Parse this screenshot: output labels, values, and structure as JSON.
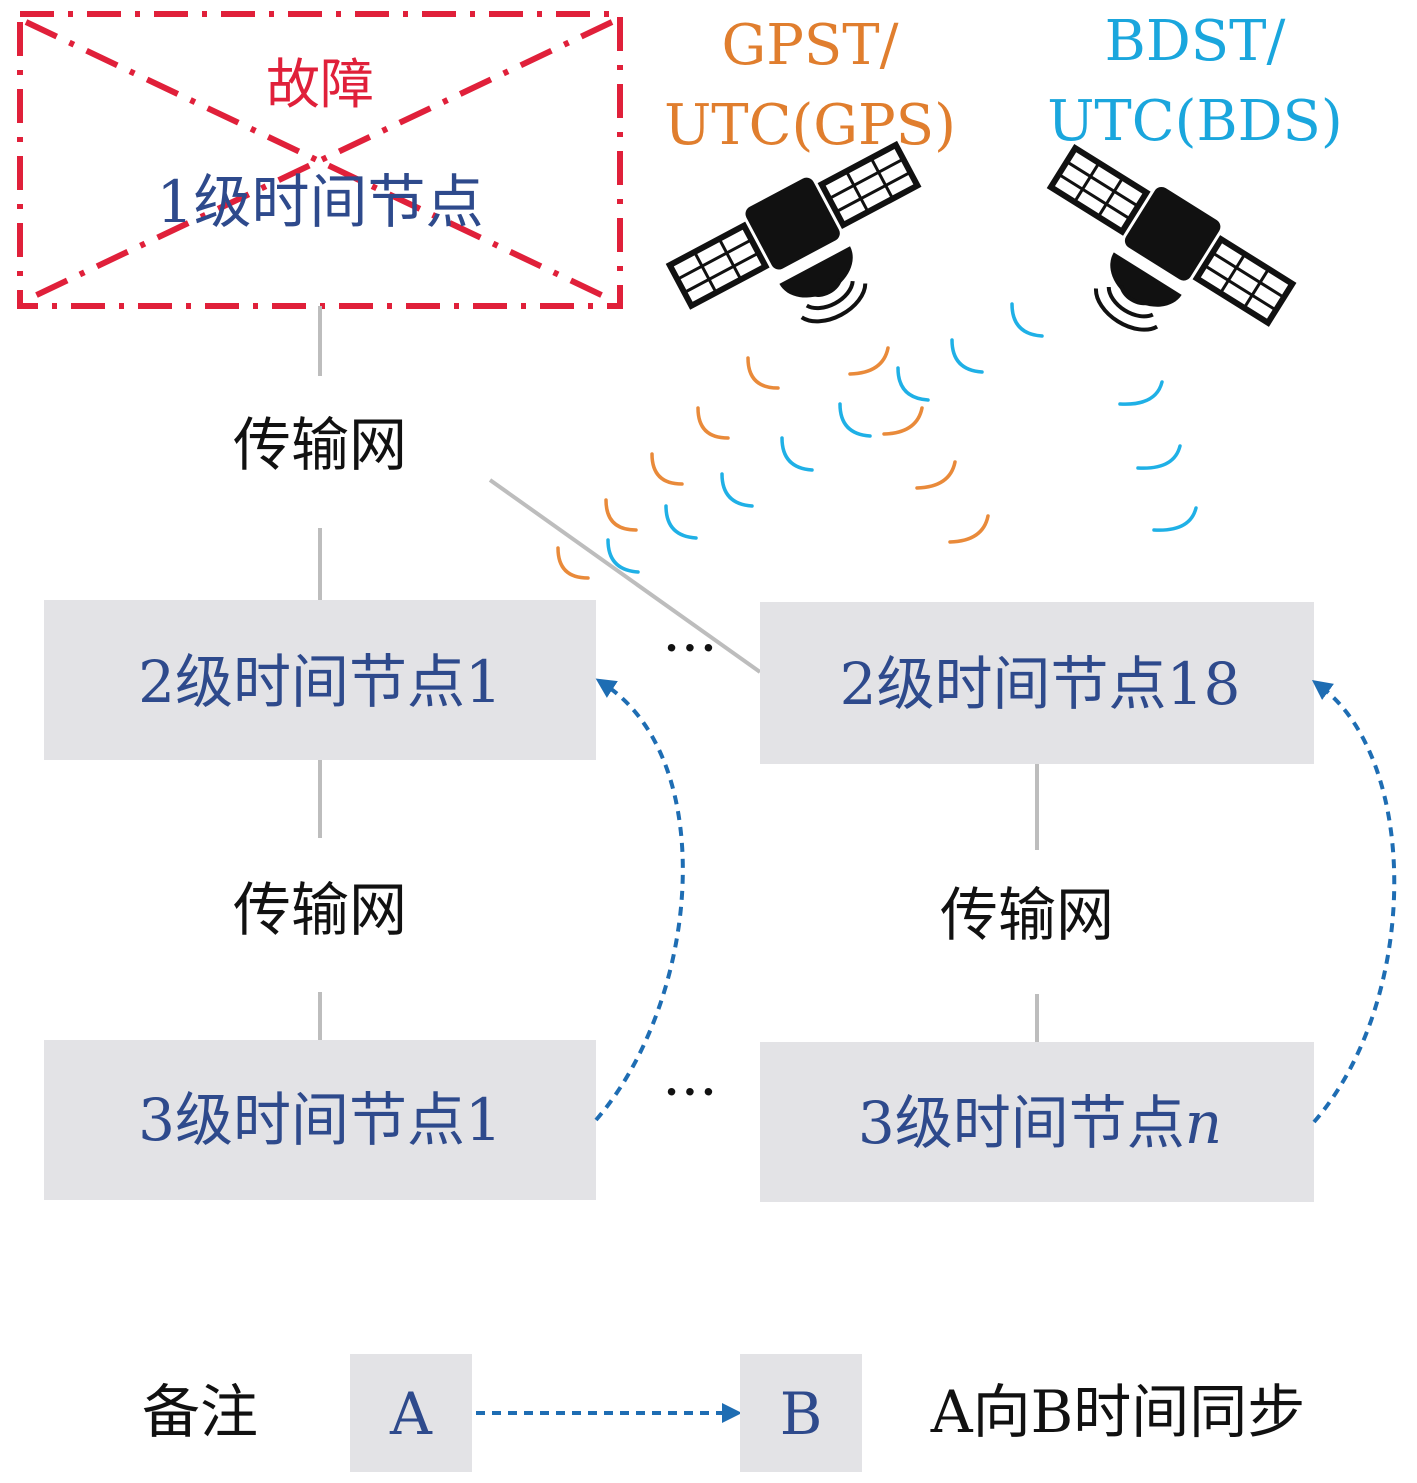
{
  "fault": {
    "label": "故障",
    "node": "1级时间节点"
  },
  "systems": {
    "gps": {
      "line1": "GPST/",
      "line2": "UTC(GPS)",
      "color": "#e07e2e"
    },
    "bds": {
      "line1": "BDST/",
      "line2": "UTC(BDS)",
      "color": "#1aa6dd"
    }
  },
  "network": {
    "top": "传输网",
    "left": "传输网",
    "right": "传输网"
  },
  "nodes": {
    "level2_first": "2级时间节点1",
    "level2_last": "2级时间节点18",
    "level3_first": "3级时间节点1",
    "level3_last_prefix": "3级时间节点",
    "level3_last_var": "n"
  },
  "ellipsis": "···",
  "legend": {
    "title": "备注",
    "a": "A",
    "b": "B",
    "description": "A向B时间同步"
  },
  "colors": {
    "fault": "#e0203a",
    "node_fill": "#e3e3e6",
    "sync_arrow": "#1e6db3"
  }
}
